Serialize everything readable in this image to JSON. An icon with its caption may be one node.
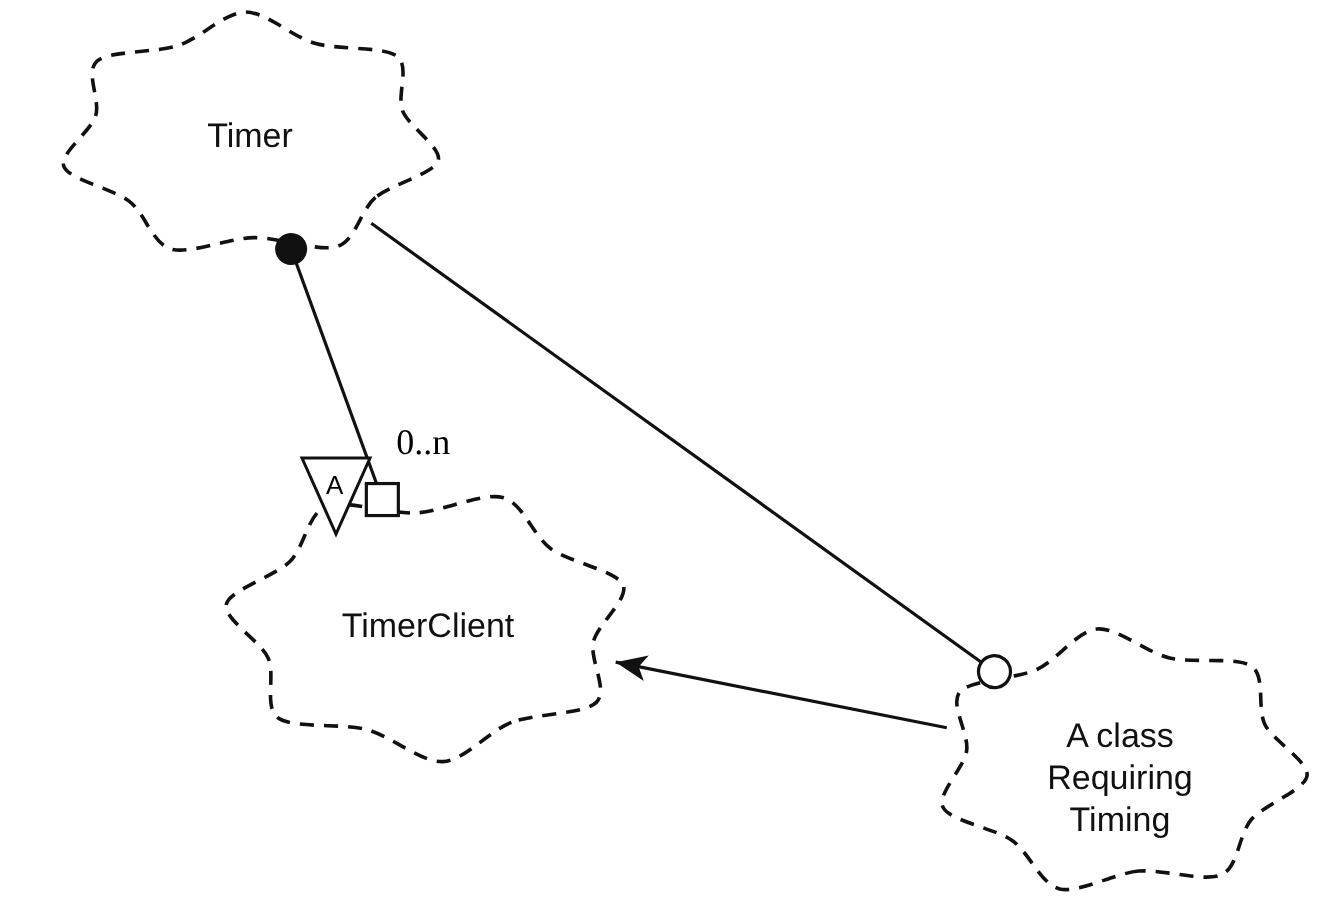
{
  "diagram": {
    "nodes": [
      {
        "text": [
          "Timer"
        ]
      },
      {
        "text": [
          "TimerClient"
        ]
      },
      {
        "text": [
          "A class Requiring Timing"
        ]
      }
    ],
    "edges": [
      {
        "from": 0,
        "to": 1,
        "arrow": "other",
        "label": "0..n"
      },
      {
        "from": 0,
        "to": 2,
        "arrow": "other"
      },
      {
        "from": 2,
        "to": 1,
        "arrow": "to"
      }
    ],
    "labels": [
      "A"
    ]
  }
}
